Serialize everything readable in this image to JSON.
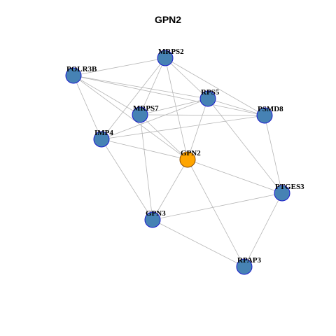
{
  "title": "GPN2",
  "colors": {
    "node_fill": "#4682B4",
    "node_stroke": "#1a1acc",
    "center_fill": "#FFA500",
    "center_stroke": "#8a4a00",
    "edge": "#b5b5b5"
  },
  "nodes": [
    {
      "id": "MRPS2",
      "label": "MRPS2",
      "center": false
    },
    {
      "id": "POLR3B",
      "label": "POLR3B",
      "center": false
    },
    {
      "id": "RPS5",
      "label": "RPS5",
      "center": false
    },
    {
      "id": "PSMD8",
      "label": "PSMD8",
      "center": false
    },
    {
      "id": "MRPS7",
      "label": "MRPS7",
      "center": false
    },
    {
      "id": "IMP4",
      "label": "IMP4",
      "center": false
    },
    {
      "id": "GPN2",
      "label": "GPN2",
      "center": true
    },
    {
      "id": "PTGES3",
      "label": "PTGES3",
      "center": false
    },
    {
      "id": "GPN3",
      "label": "GPN3",
      "center": false
    },
    {
      "id": "RPAP3",
      "label": "RPAP3",
      "center": false
    }
  ],
  "edges": [
    [
      "MRPS2",
      "POLR3B"
    ],
    [
      "MRPS2",
      "RPS5"
    ],
    [
      "MRPS2",
      "PSMD8"
    ],
    [
      "MRPS2",
      "MRPS7"
    ],
    [
      "MRPS2",
      "IMP4"
    ],
    [
      "MRPS2",
      "GPN2"
    ],
    [
      "POLR3B",
      "RPS5"
    ],
    [
      "POLR3B",
      "MRPS7"
    ],
    [
      "POLR3B",
      "IMP4"
    ],
    [
      "POLR3B",
      "GPN2"
    ],
    [
      "POLR3B",
      "PSMD8"
    ],
    [
      "RPS5",
      "MRPS7"
    ],
    [
      "RPS5",
      "IMP4"
    ],
    [
      "RPS5",
      "PSMD8"
    ],
    [
      "RPS5",
      "GPN2"
    ],
    [
      "RPS5",
      "PTGES3"
    ],
    [
      "PSMD8",
      "MRPS7"
    ],
    [
      "PSMD8",
      "IMP4"
    ],
    [
      "PSMD8",
      "PTGES3"
    ],
    [
      "MRPS7",
      "GPN2"
    ],
    [
      "MRPS7",
      "GPN3"
    ],
    [
      "IMP4",
      "GPN2"
    ],
    [
      "IMP4",
      "GPN3"
    ],
    [
      "GPN2",
      "PTGES3"
    ],
    [
      "GPN2",
      "GPN3"
    ],
    [
      "GPN2",
      "RPAP3"
    ],
    [
      "PTGES3",
      "GPN3"
    ],
    [
      "PTGES3",
      "RPAP3"
    ],
    [
      "GPN3",
      "RPAP3"
    ]
  ]
}
